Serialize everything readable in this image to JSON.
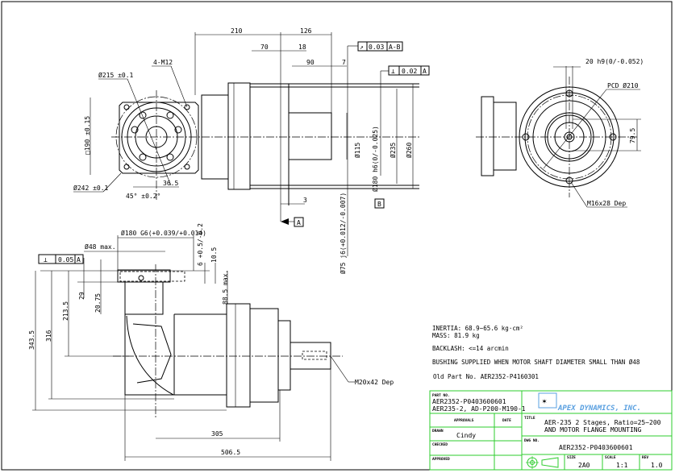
{
  "drawing": {
    "front_view": {
      "dims": {
        "d210": "210",
        "d126": "126",
        "d70": "70",
        "d18": "18",
        "d90": "90",
        "d7": "7",
        "d3": "3",
        "d115": "Ø115",
        "d180h6": "Ø180 h6(0/-0.025)",
        "d235": "Ø235",
        "d260": "Ø260",
        "d75j6": "Ø75 j6(+0.012/-0.007)",
        "d215": "Ø215 ±0.1",
        "d242": "Ø242 ±0.1",
        "sq190": "□190 ±0.15",
        "d36_5": "36.5",
        "a45": "45° ±0.2°",
        "m12": "4-M12"
      },
      "gdt_runout": {
        "value": "0.03",
        "ref": "A-B"
      },
      "gdt_perp": {
        "value": "0.02",
        "ref": "A"
      },
      "datum_a": "A",
      "datum_b": "B"
    },
    "side_view": {
      "dims": {
        "d20h9": "20 h9(0/-0.052)",
        "pcd": "PCD Ø210",
        "d79_5": "79.5",
        "m16": "M16x28 Dep"
      }
    },
    "bottom_view": {
      "dims": {
        "d180g6": "Ø180 G6(+0.039/+0.014)",
        "d48": "Ø48 max.",
        "d6": "6 +0.5/-0.2",
        "d10_5": "10.5",
        "d88_5": "88.5 max.",
        "d29": "29",
        "d20_75": "20.75",
        "d213_5": "213.5",
        "d316": "316",
        "d343_5": "343.5",
        "d305": "305",
        "d506_5": "506.5",
        "m20": "M20x42 Dep"
      },
      "gdt_perp": {
        "value": "0.05",
        "ref": "A"
      }
    },
    "notes": {
      "inertia": "INERTIA:  68.9~65.6 kg·cm²",
      "mass": "MASS: 81.9 kg",
      "backlash": "BACKLASH: <=14 arcmin",
      "bushing": "BUSHING SUPPLIED WHEN MOTOR SHAFT DIAMETER SMALL THAN Ø48",
      "old_part": "Old Part No. AER2352-P4160301"
    }
  },
  "title_block": {
    "part_no_label": "PART NO.",
    "part_no_1": "AER2352-P0403600601",
    "part_no_2": "AER235-2, AD-P200-M190-1",
    "company": "APEX DYNAMICS, INC.",
    "approvals_label": "APPROVALS",
    "date_label": "DATE",
    "drawn_label": "DRAWN",
    "drawn_by": "Cindy",
    "checked_label": "CHECKED",
    "approved_label": "APPROVED",
    "title_label": "TITLE",
    "title_1": "AER-235 2 Stages, Ratio=25~200",
    "title_2": "AND MOTOR FLANGE MOUNTING",
    "dwg_no_label": "DWG NO.",
    "dwg_no": "AER2352-P0403600601",
    "size_label": "SIZE",
    "size": "2A0",
    "scale_label": "SCALE",
    "scale": "1:1",
    "rev_label": "REV",
    "rev": "1.0",
    "accent_color": "#2ecc2e"
  }
}
